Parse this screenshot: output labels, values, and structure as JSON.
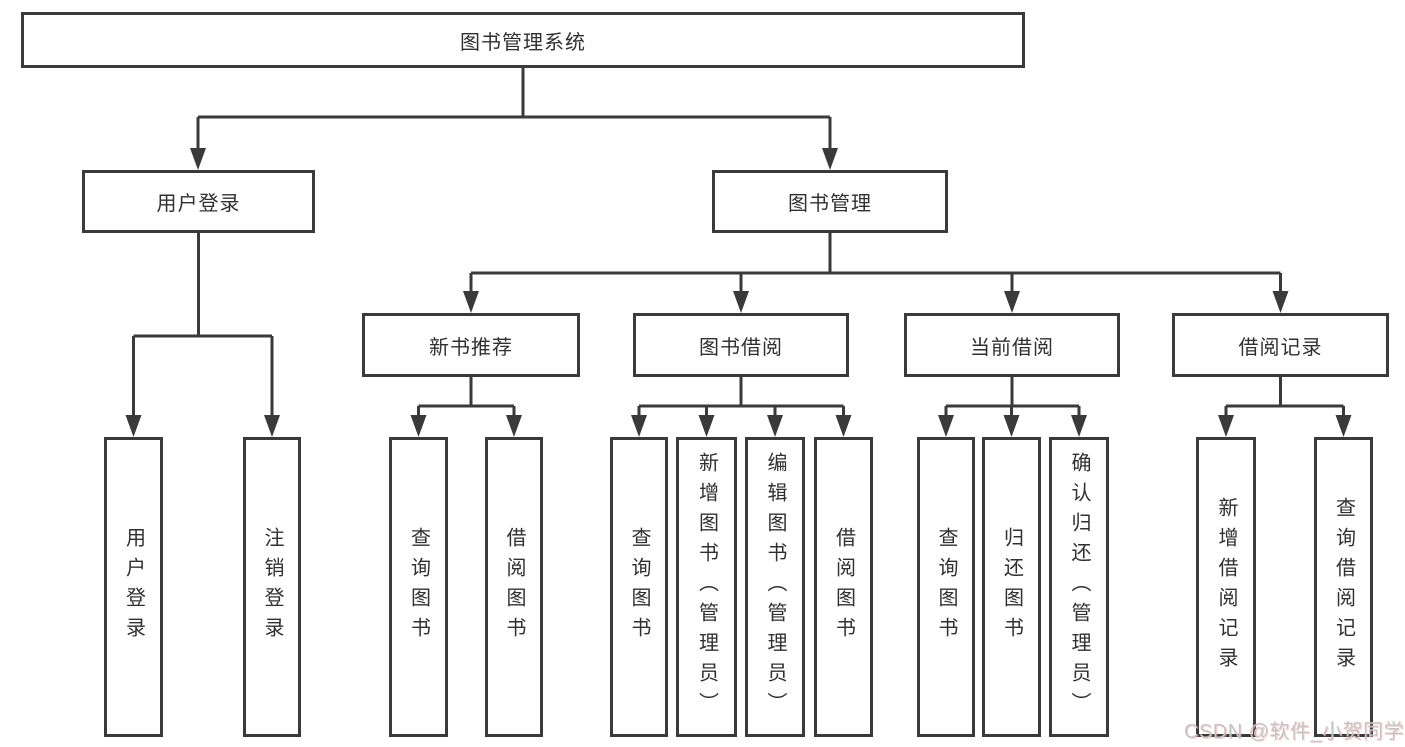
{
  "diagram": {
    "root": {
      "label": "图书管理系统",
      "children": [
        {
          "label": "用户登录",
          "children": [
            {
              "label": "用户登录"
            },
            {
              "label": "注销登录"
            }
          ]
        },
        {
          "label": "图书管理",
          "children": [
            {
              "label": "新书推荐",
              "children": [
                {
                  "label": "查询图书"
                },
                {
                  "label": "借阅图书"
                }
              ]
            },
            {
              "label": "图书借阅",
              "children": [
                {
                  "label": "查询图书"
                },
                {
                  "label": "新增图书（管理员）"
                },
                {
                  "label": "编辑图书（管理员）"
                },
                {
                  "label": "借阅图书"
                }
              ]
            },
            {
              "label": "当前借阅",
              "children": [
                {
                  "label": "查询图书"
                },
                {
                  "label": "归还图书"
                },
                {
                  "label": "确认归还（管理员）"
                }
              ]
            },
            {
              "label": "借阅记录",
              "children": [
                {
                  "label": "新增借阅记录"
                },
                {
                  "label": "查询借阅记录"
                }
              ]
            }
          ]
        }
      ]
    }
  },
  "watermark": "CSDN @软件_小贺同学",
  "colors": {
    "line": "#3a3a3a",
    "text": "#303030",
    "background": "#ffffff",
    "watermark_text": "#c7c4c5"
  }
}
